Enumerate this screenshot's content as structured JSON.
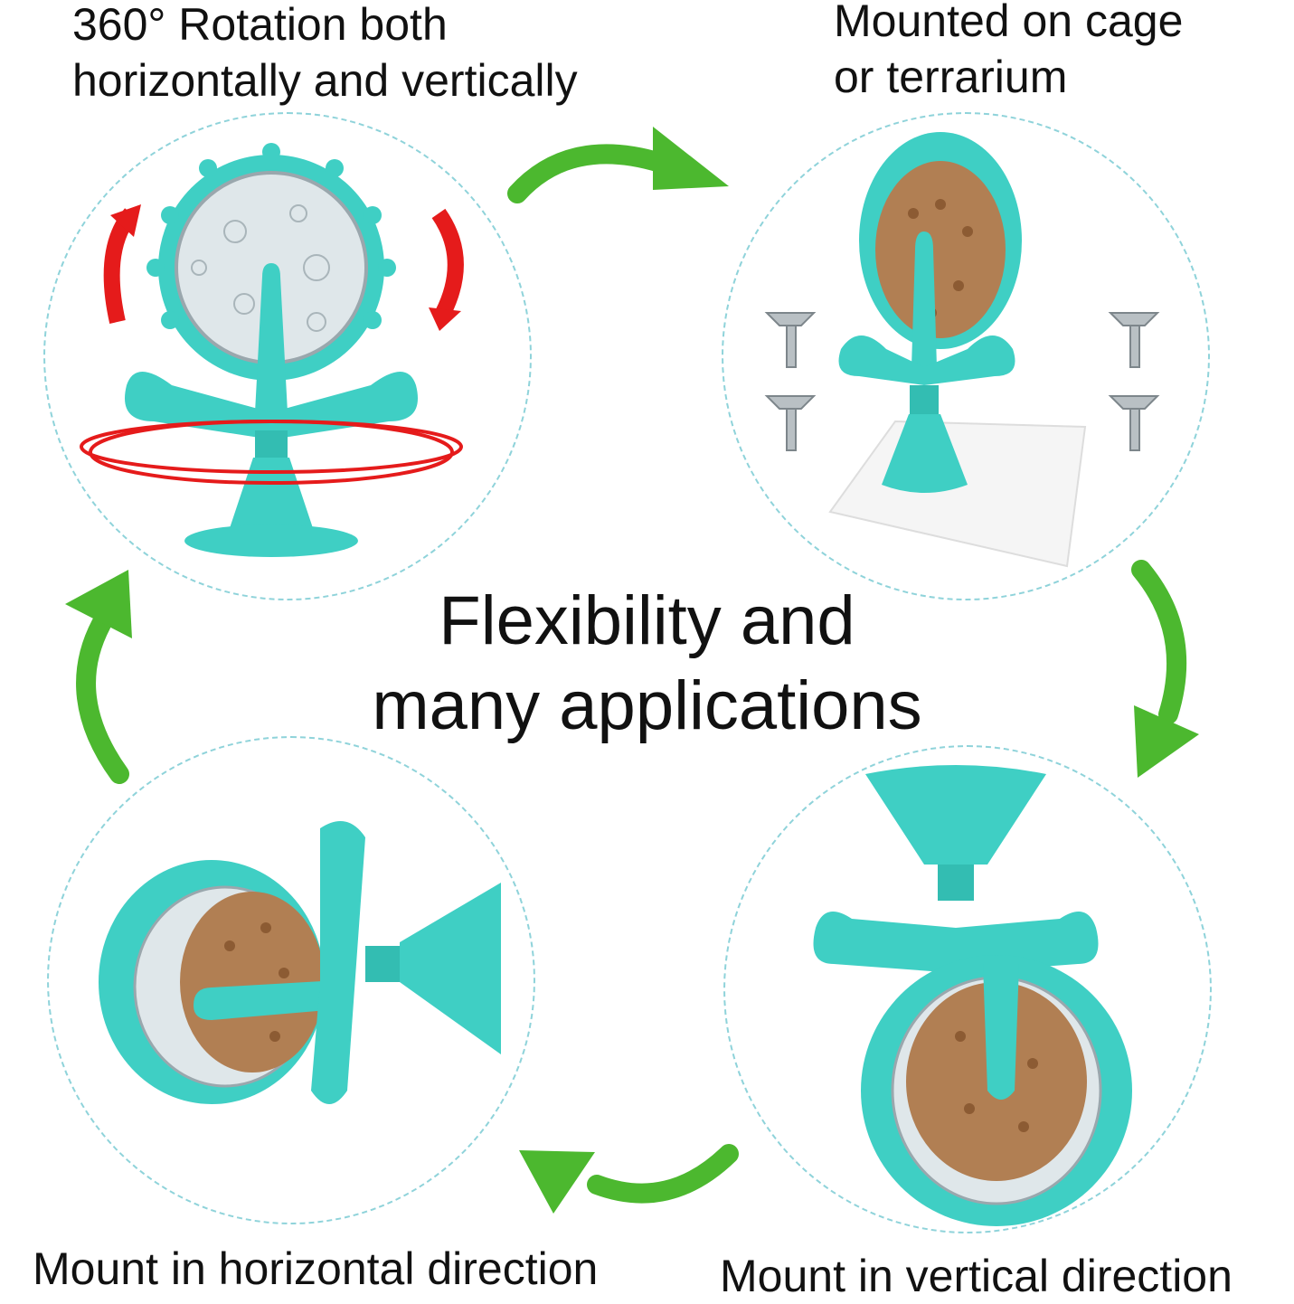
{
  "captions": {
    "top_left": "360° Rotation both\nhorizontally and vertically",
    "top_right": "Mounted on cage\nor terrarium",
    "center": "Flexibility and\nmany applications",
    "bottom_left": "Mount in horizontal direction",
    "bottom_right": "Mount in vertical direction"
  },
  "colors": {
    "product_teal": "#3fcfc4",
    "arrow_green": "#4cb82f",
    "rotation_red": "#e51b1b",
    "circle_outline": "#8fd3da",
    "food_brown": "#a9774c"
  },
  "icons": [
    "rotation-arrow-icon",
    "cycle-arrow-icon",
    "wing-screw-icon"
  ]
}
